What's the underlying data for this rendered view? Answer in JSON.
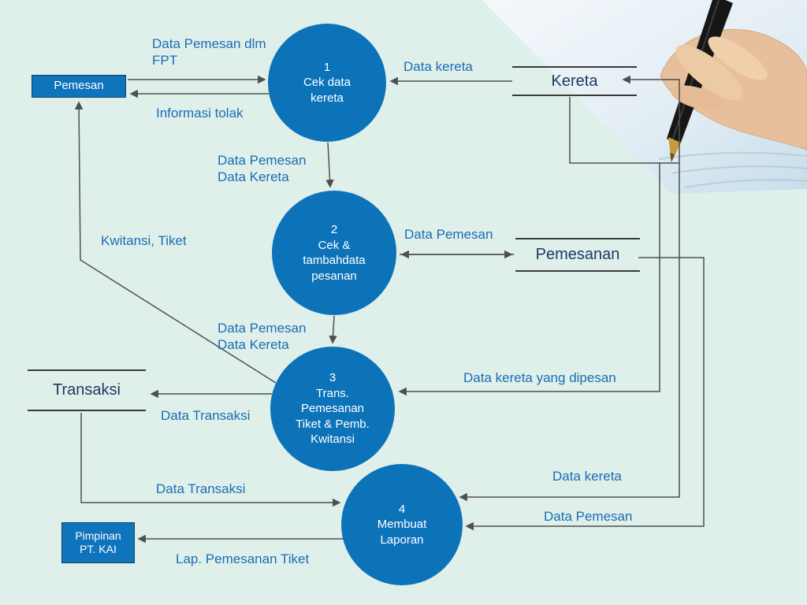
{
  "colors": {
    "background": "#dff0eb",
    "process_fill": "#0d73b9",
    "entity_fill": "#0f74bb",
    "flow_label_text": "#1b6cb4",
    "datastore_text": "#1f3864",
    "connector_line": "#4f4f4f"
  },
  "external_entities": {
    "pemesan": "Pemesan",
    "pimpinan_line1": "Pimpinan",
    "pimpinan_line2": "PT. KAI"
  },
  "data_stores": {
    "kereta": "Kereta",
    "pemesanan": "Pemesanan",
    "transaksi": "Transaksi"
  },
  "processes": {
    "p1": {
      "number": "1",
      "line1": "Cek data",
      "line2": "kereta"
    },
    "p2": {
      "number": "2",
      "line1": "Cek  &",
      "line2": "tambahdata",
      "line3": "pesanan"
    },
    "p3": {
      "number": "3",
      "line1": "Trans.",
      "line2": "Pemesanan",
      "line3": "Tiket & Pemb.",
      "line4": "Kwitansi"
    },
    "p4": {
      "number": "4",
      "line1": "Membuat",
      "line2": "Laporan"
    }
  },
  "flow_labels": {
    "data_pemesan_dlm_fpt_line1": "Data Pemesan dlm",
    "data_pemesan_dlm_fpt_line2": "FPT",
    "data_kereta_top": "Data kereta",
    "informasi_tolak": "Informasi tolak",
    "data_pemesan_1": "Data Pemesan",
    "data_kereta_1": "Data Kereta",
    "kwitansi_tiket": "Kwitansi, Tiket",
    "data_pemesan_mid": "Data Pemesan",
    "data_pemesan_2": "Data Pemesan",
    "data_kereta_2": "Data Kereta",
    "data_kereta_yang_dipesan": "Data kereta yang dipesan",
    "data_transaksi_upper": "Data Transaksi",
    "data_transaksi_lower": "Data Transaksi",
    "data_kereta_bottom": "Data kereta",
    "data_pemesan_bottom": "Data Pemesan",
    "lap_pemesanan_tiket": "Lap. Pemesanan Tiket"
  }
}
